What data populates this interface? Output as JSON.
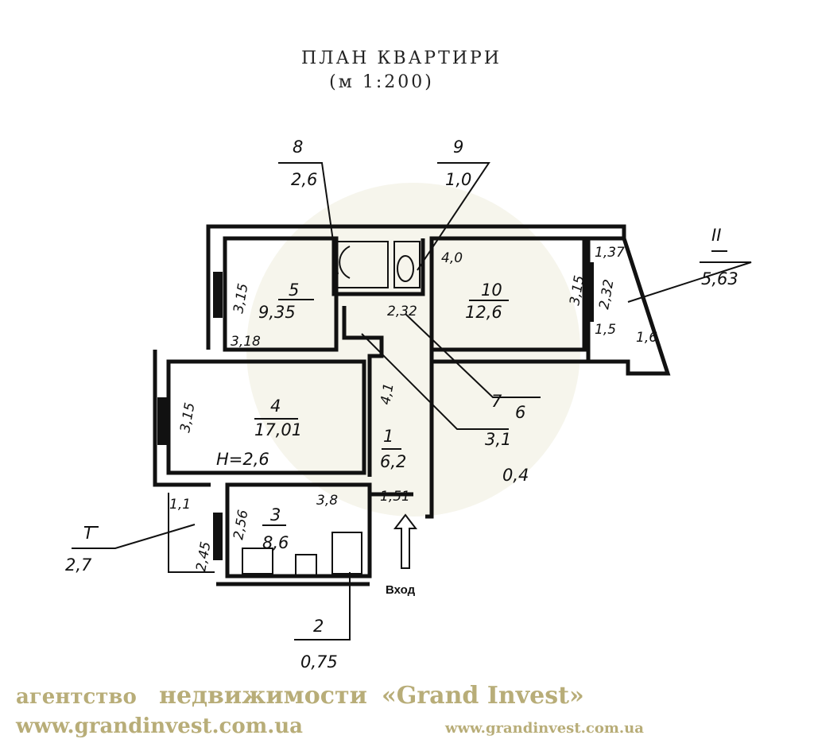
{
  "title": "ПЛАН КВАРТИРИ",
  "scale": "(м 1:200)",
  "entrance_label": "Вход",
  "ceiling_height": "Н=2,6",
  "rooms": [
    {
      "num": "1",
      "area": "6,2"
    },
    {
      "num": "2",
      "area": "0,75"
    },
    {
      "num": "3",
      "area": "8,6"
    },
    {
      "num": "4",
      "area": "17,01"
    },
    {
      "num": "5",
      "area": "9,35"
    },
    {
      "num": "6",
      "area": "0,4"
    },
    {
      "num": "7",
      "area": "3,1"
    },
    {
      "num": "8",
      "area": "2,6"
    },
    {
      "num": "9",
      "area": "1,0"
    },
    {
      "num": "10",
      "area": "12,6"
    },
    {
      "num": "I",
      "area": "2,7"
    },
    {
      "num": "II",
      "area": "5,63"
    }
  ],
  "dimensions": {
    "r5_h": "3,15",
    "r5_w": "3,18",
    "r4_h": "3,15",
    "corridor_len": "4,1",
    "hall_w": "2,32",
    "r10_w": "4,0",
    "r10_h": "3,15",
    "r3_w": "3,8",
    "r3_h": "2,56",
    "r1_w": "1,51",
    "loggia_w": "1,1",
    "loggia_h": "2,45",
    "balcony_a": "1,37",
    "balcony_b": "2,32",
    "balcony_c": "1,5",
    "balcony_d": "1,6"
  },
  "watermark": {
    "line1": "агентство",
    "line2": "недвижимости",
    "line3": "«Grand Invest»",
    "url_small": "www.grandinvest.com.ua",
    "url_large": "www.grandinvest.com.ua"
  },
  "colors": {
    "ink": "#111111",
    "watermark": "#c9bf8e"
  }
}
